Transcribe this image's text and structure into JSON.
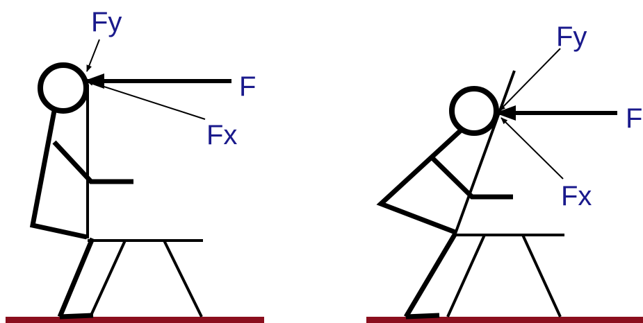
{
  "colors": {
    "label": "#1a1a8c",
    "ground": "#8b0f1e",
    "ink": "#000000"
  },
  "left_figure": {
    "force_label": "F",
    "fy_label": "Fy",
    "fx_label": "Fx"
  },
  "right_figure": {
    "force_label": "F",
    "fy_label": "Fy",
    "fx_label": "Fx"
  }
}
